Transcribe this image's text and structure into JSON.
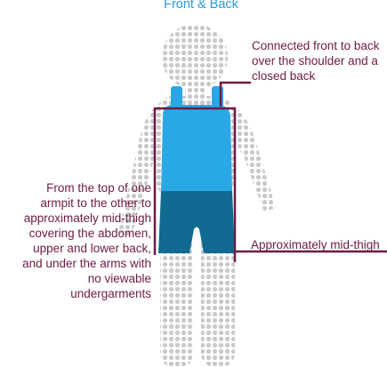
{
  "subtitle": "Front & Back",
  "annotations": {
    "shoulder": "Connected front to back over the shoulder and a closed back",
    "coverage": "From the top of one armpit to the other to approximately mid-thigh covering the abdomen, upper and lower back, and under the arms with no viewable undergarments",
    "mid_thigh": "Approximately mid-thigh"
  },
  "colors": {
    "figure_dots": "#c9c9c9",
    "garment_top": "#2aa8e6",
    "garment_bottom": "#116a91",
    "annotation": "#6e1a45",
    "subtitle": "#2a9ad6"
  }
}
